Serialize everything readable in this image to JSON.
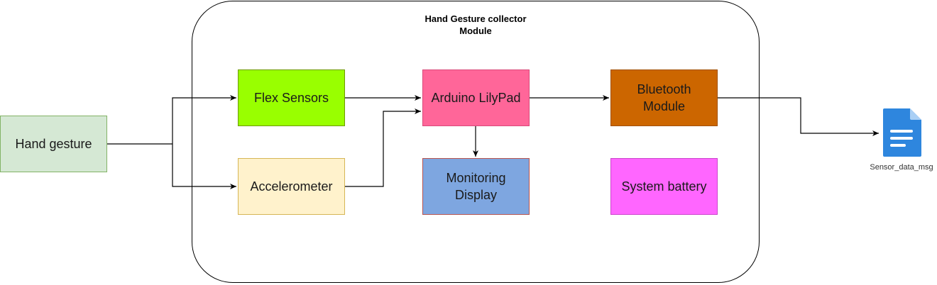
{
  "module": {
    "title_line1": "Hand Gesture collector",
    "title_line2": "Module"
  },
  "nodes": {
    "hand_gesture": {
      "label": "Hand gesture",
      "fill": "#d5e8d4",
      "stroke": "#82b366"
    },
    "flex_sensors": {
      "label": "Flex Sensors",
      "fill": "#99ff00",
      "stroke": "#6f9a00"
    },
    "accelerometer": {
      "label": "Accelerometer",
      "fill": "#fff2cc",
      "stroke": "#d6b656"
    },
    "arduino": {
      "label": "Arduino LilyPad",
      "fill": "#ff6699",
      "stroke": "#d94a7a"
    },
    "monitoring": {
      "line1": "Monitoring",
      "line2": "Display",
      "fill": "#7ea6e0",
      "stroke": "#b85450"
    },
    "bluetooth": {
      "line1": "Bluetooth",
      "line2": "Module",
      "fill": "#cc6600",
      "stroke": "#a14f00"
    },
    "battery": {
      "label": "System battery",
      "fill": "#ff66ff",
      "stroke": "#cc44cc"
    }
  },
  "output": {
    "label": "Sensor_data_msg",
    "icon": "document-icon",
    "icon_color": "#2e86de"
  },
  "edges": [
    {
      "from": "hand_gesture",
      "to": "flex_sensors"
    },
    {
      "from": "hand_gesture",
      "to": "accelerometer"
    },
    {
      "from": "flex_sensors",
      "to": "arduino"
    },
    {
      "from": "accelerometer",
      "to": "arduino"
    },
    {
      "from": "arduino",
      "to": "bluetooth"
    },
    {
      "from": "arduino",
      "to": "monitoring"
    },
    {
      "from": "bluetooth",
      "to": "output"
    }
  ]
}
